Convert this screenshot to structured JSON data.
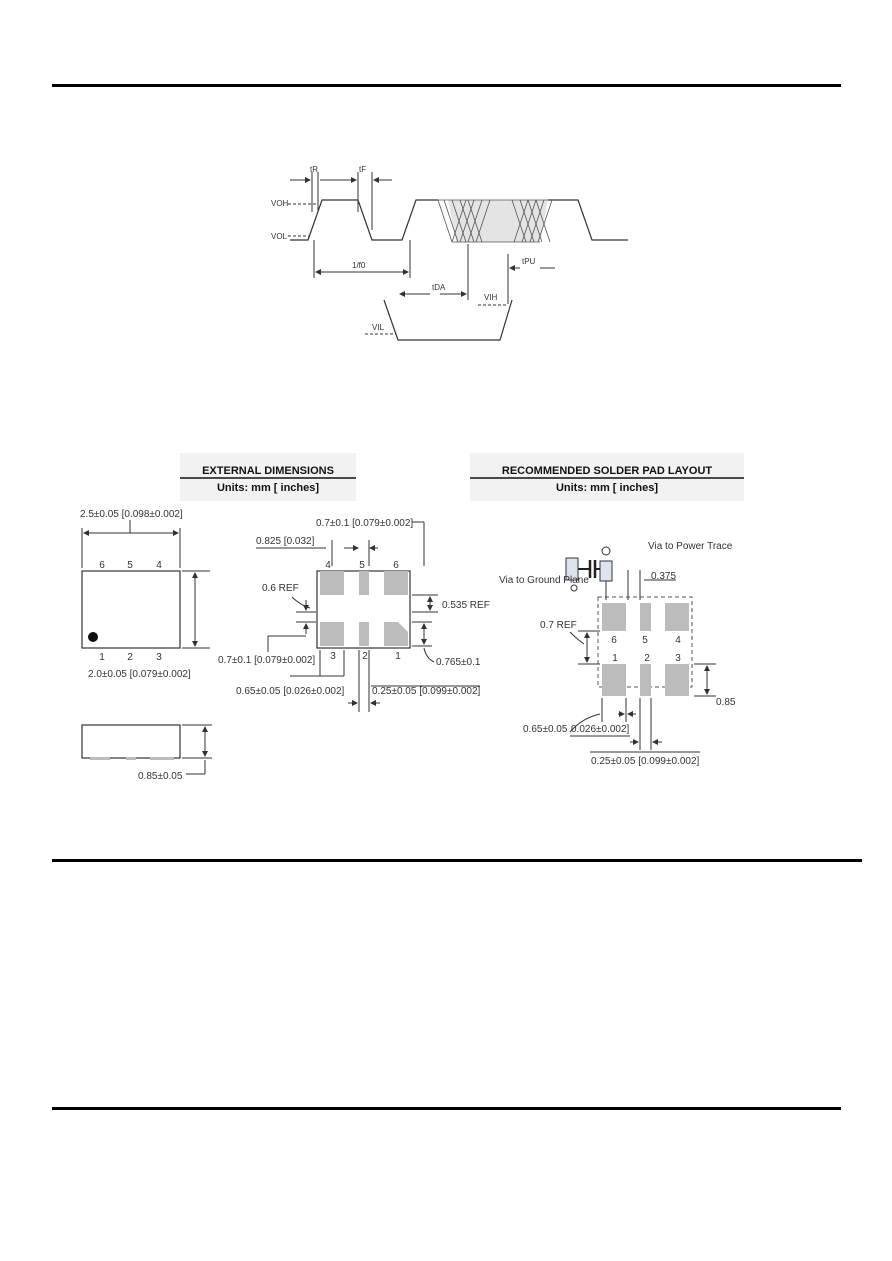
{
  "timing": {
    "tr": "tR",
    "tf": "tF",
    "voh": "VOH",
    "vol": "VOL",
    "period": "1/f0",
    "tda": "tDA",
    "tpu": "tPU",
    "vih": "VIH",
    "vil": "VIL"
  },
  "ext": {
    "header_title": "EXTERNAL DIMENSIONS",
    "header_units": "Units: mm [ inches]",
    "width_dim": "2.5±0.05 [0.098±0.002]",
    "height_dim": "2.0±0.05 [0.079±0.002]",
    "thick_dim": "0.85±0.05",
    "pins_top": [
      "6",
      "5",
      "4"
    ],
    "pins_bottom": [
      "1",
      "2",
      "3"
    ],
    "bottom": {
      "pad_w_dim": "0.7±0.1 [0.079±0.002]",
      "pitch_dim": "0.825 [0.032]",
      "ref_dim": "0.6 REF",
      "gap_dim": "0.535 REF",
      "pad_h_dim": "0.7±0.1 [0.079±0.002]",
      "side_dim": "0.765±0.1",
      "pad_w2_dim": "0.65±0.05 [0.026±0.002]",
      "center_w_dim": "0.25±0.05 [0.099±0.002]",
      "pins_top": [
        "4",
        "5",
        "6"
      ],
      "pins_bottom": [
        "3",
        "2",
        "1"
      ]
    }
  },
  "pad": {
    "header_title": "RECOMMENDED SOLDER PAD LAYOUT",
    "header_units": "Units: mm [ inches]",
    "via_power": "Via to Power Trace",
    "via_ground": "Via to Ground Plane",
    "dim_375": "0.375",
    "ref_dim": "0.7 REF",
    "dim_085": "0.85",
    "pad_w_dim_a": "0.65±0.05",
    "pad_w_dim_b": "0.026±0.002]",
    "center_w_dim": "0.25±0.05 [0.099±0.002]",
    "pins_top": [
      "6",
      "5",
      "4"
    ],
    "pins_bottom": [
      "1",
      "2",
      "3"
    ]
  }
}
